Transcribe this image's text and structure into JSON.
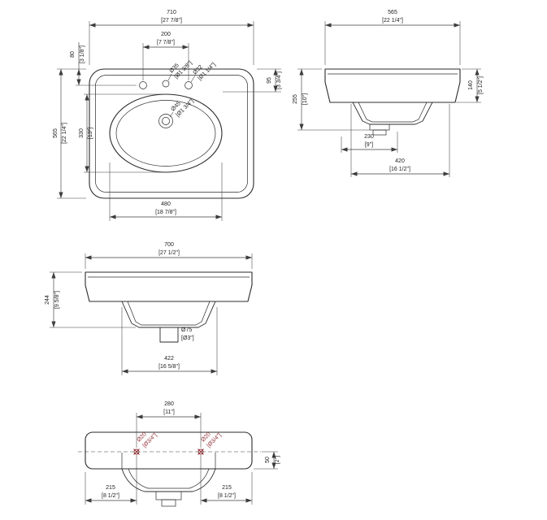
{
  "drawing": {
    "type": "technical-drawing",
    "subject": "washbasin",
    "colors": {
      "line": "#2b2b2b",
      "dimension": "#3c3c3c",
      "accent_red": "#8f2f35",
      "background": "#ffffff"
    }
  },
  "views": {
    "plan": {
      "dims": {
        "overall_width": {
          "mm": "710",
          "inch": "[27 7/8\"]"
        },
        "overall_depth": {
          "mm": "565",
          "inch": "[22 1/4\"]"
        },
        "tap_offset": {
          "mm": "80",
          "inch": "[3 1/8\"]"
        },
        "tap_spacing": {
          "mm": "200",
          "inch": "[7 7/8\"]"
        },
        "tap_hole_center": {
          "mm": "Ø35",
          "inch": "[Ø1 3/8\"]"
        },
        "tap_hole_side": {
          "mm": "Ø32",
          "inch": "[Ø1 1/4\"]"
        },
        "rim_to_bowl": {
          "mm": "95",
          "inch": "[3 3/4\"]"
        },
        "bowl_depth": {
          "mm": "330",
          "inch": "[13\"]"
        },
        "drain_hole": {
          "mm": "Ø45",
          "inch": "[Ø1 3/4\"]"
        },
        "bowl_width": {
          "mm": "480",
          "inch": "[18 7/8\"]"
        }
      }
    },
    "side": {
      "dims": {
        "overall_depth": {
          "mm": "565",
          "inch": "[22 1/4\"]"
        },
        "overall_height": {
          "mm": "255",
          "inch": "[10\"]"
        },
        "apron_height": {
          "mm": "140",
          "inch": "[5 1/2\"]"
        },
        "drain_offset": {
          "mm": "230",
          "inch": "[9\"]"
        },
        "base_depth": {
          "mm": "420",
          "inch": "[16 1/2\"]"
        }
      }
    },
    "front": {
      "dims": {
        "overall_width": {
          "mm": "700",
          "inch": "[27 1/2\"]"
        },
        "overall_height": {
          "mm": "244",
          "inch": "[9 5/8\"]"
        },
        "drain_pipe": {
          "mm": "Ø75",
          "inch": "[Ø3\"]"
        },
        "base_width": {
          "mm": "422",
          "inch": "[16 5/8\"]"
        }
      }
    },
    "bottom": {
      "dims": {
        "fixing_hole_spacing": {
          "mm": "280",
          "inch": "[11\"]"
        },
        "fixing_hole_left": {
          "mm": "Ø20",
          "inch": "[Ø3/4\"]"
        },
        "fixing_hole_right": {
          "mm": "Ø20",
          "inch": "[Ø3/4\"]"
        },
        "hole_to_bottom": {
          "mm": "50",
          "inch": "[2\"]"
        },
        "side_margin_left": {
          "mm": "215",
          "inch": "[8 1/2\"]"
        },
        "side_margin_right": {
          "mm": "215",
          "inch": "[8 1/2\"]"
        }
      }
    }
  }
}
